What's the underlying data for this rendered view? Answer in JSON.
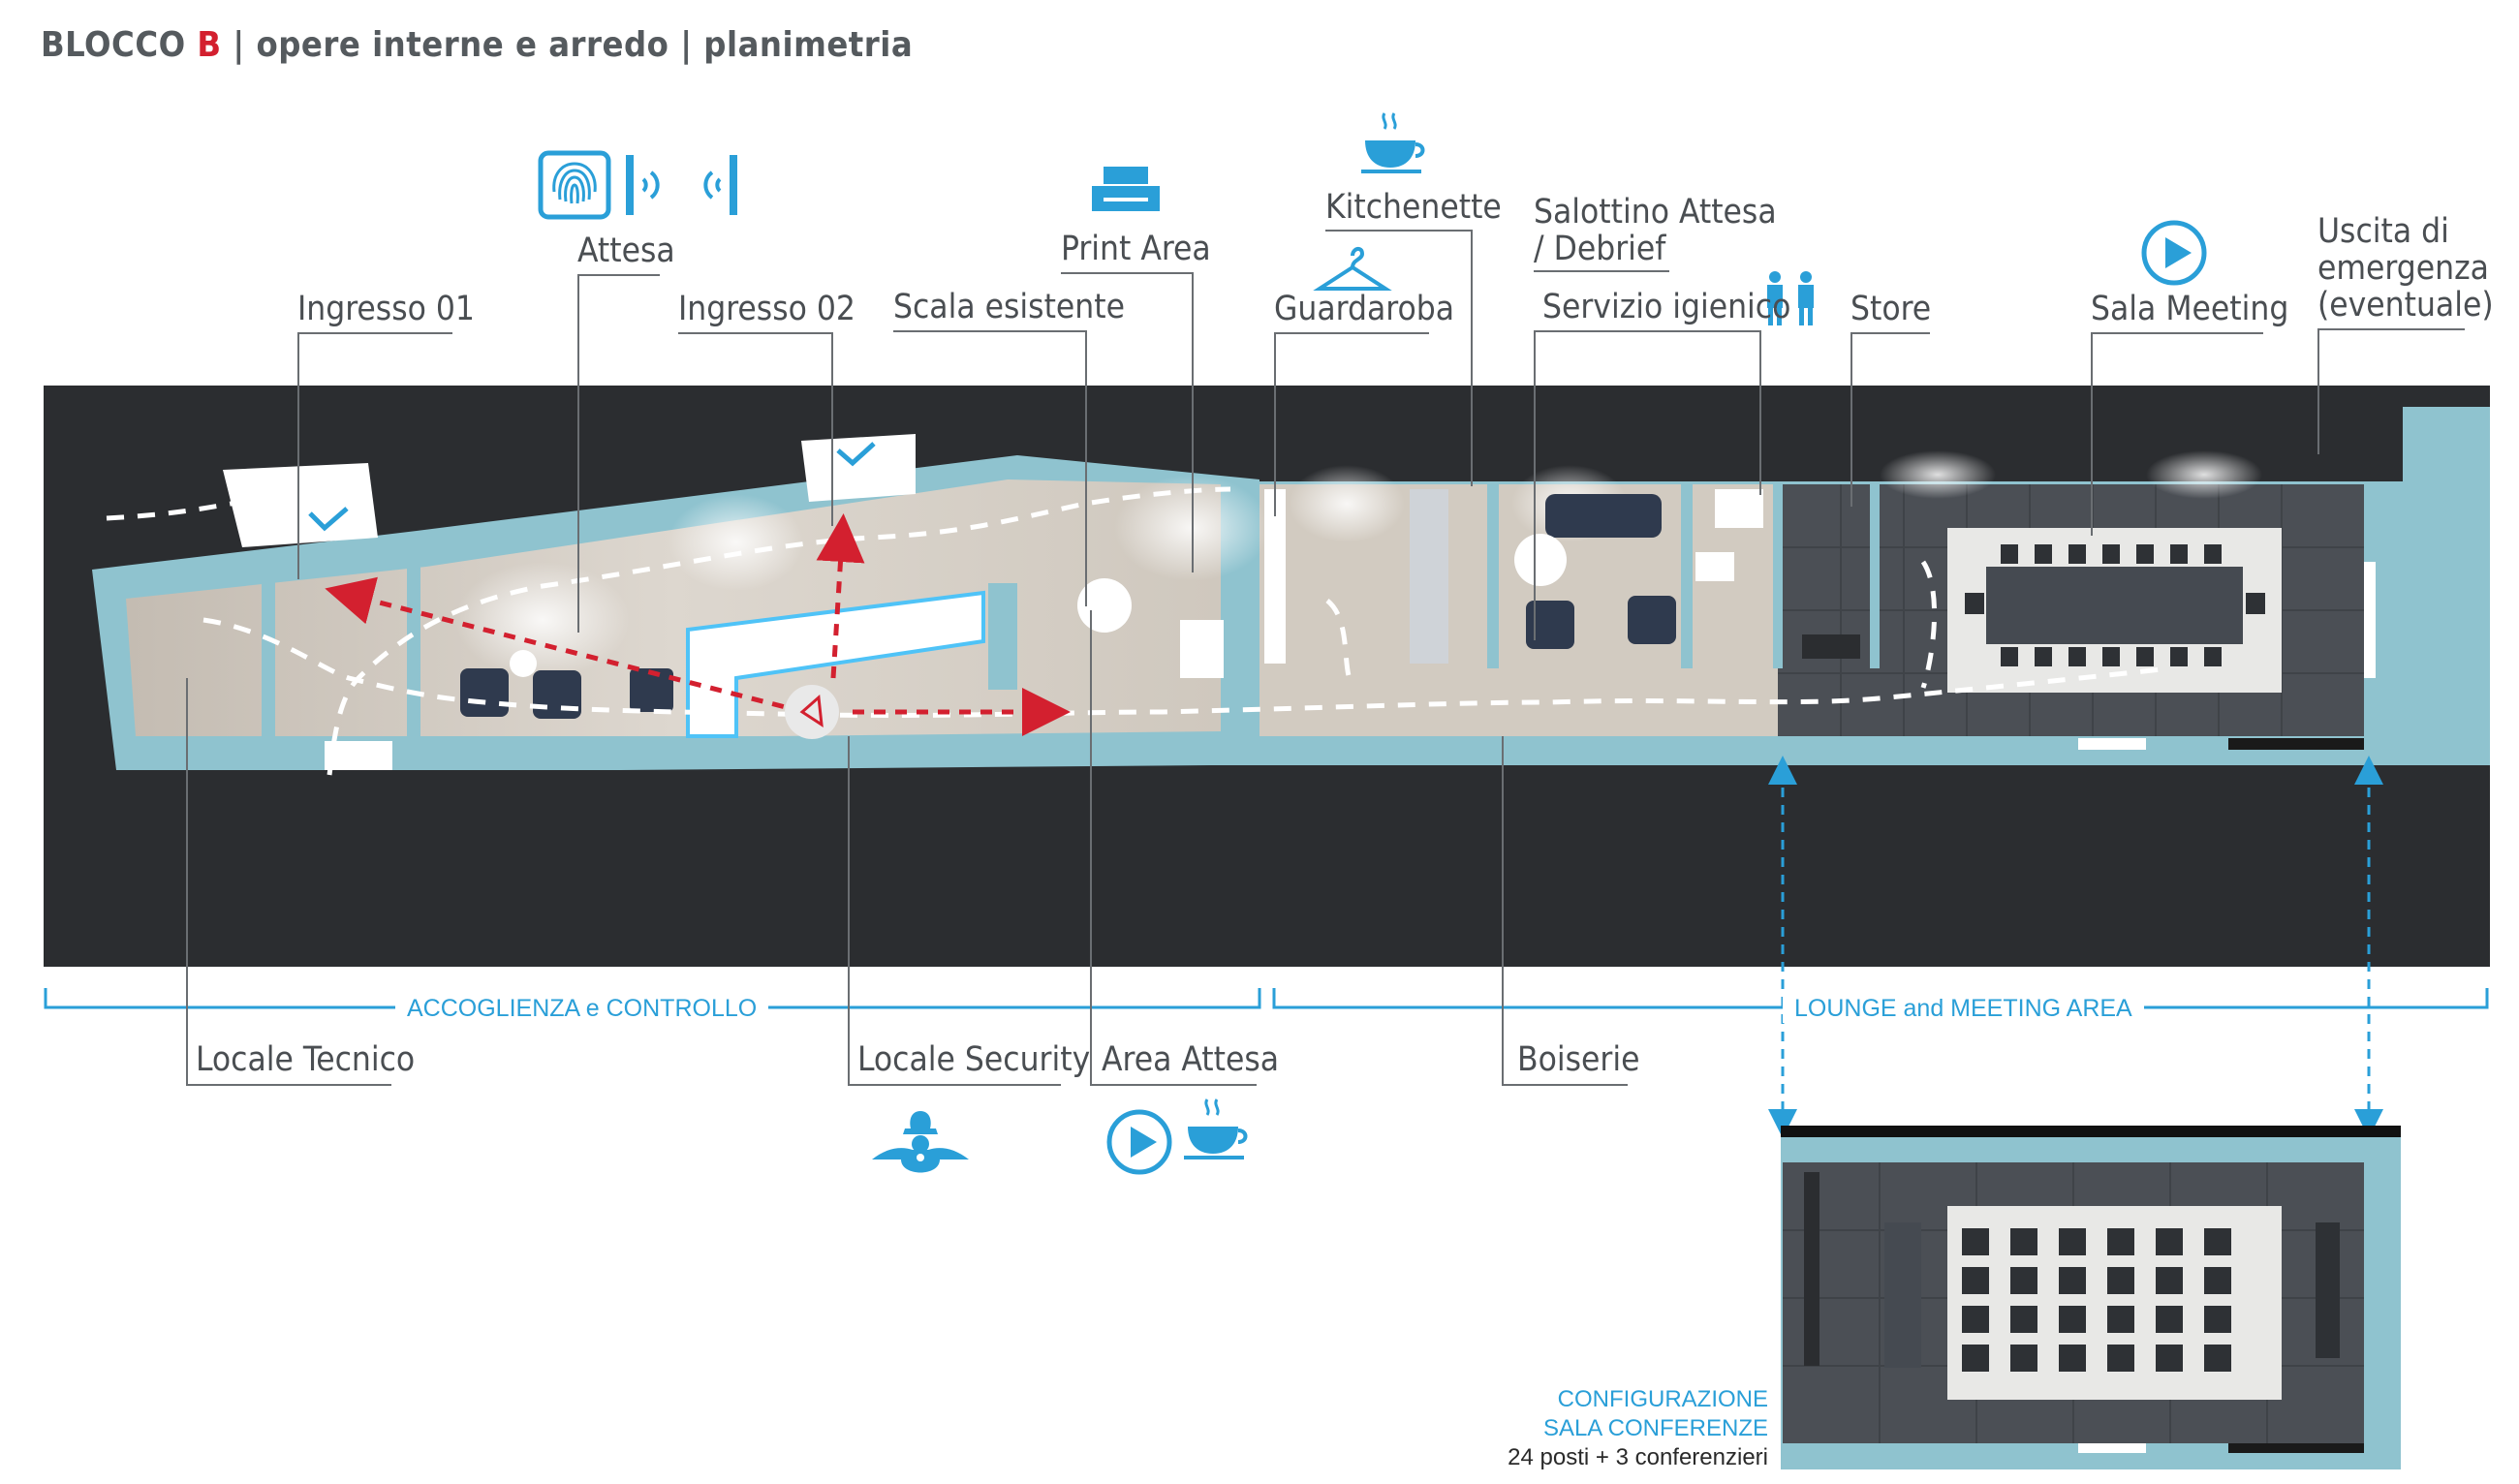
{
  "header": {
    "prefix": "BLOCCO ",
    "block_letter": "B",
    "rest": " | opere interne e arredo | planimetria"
  },
  "labels": {
    "ingresso01": "Ingresso 01",
    "attesa": "Attesa",
    "ingresso02": "Ingresso 02",
    "scala": "Scala esistente",
    "print": "Print Area",
    "kitchenette": "Kitchenette",
    "guardaroba": "Guardaroba",
    "salottino1": "Salottino Attesa",
    "salottino2": "/ Debrief",
    "servizio": "Servizio igienico",
    "store": "Store",
    "sala_meeting": "Sala Meeting",
    "uscita1": "Uscita di",
    "uscita2": "emergenza",
    "uscita3": "(eventuale)",
    "locale_tecnico": "Locale Tecnico",
    "locale_security": "Locale Security",
    "area_attesa": "Area Attesa",
    "boiserie": "Boiserie"
  },
  "areas": {
    "accoglienza": "ACCOGLIENZA e CONTROLLO",
    "lounge": "LOUNGE and MEETING AREA"
  },
  "conference": {
    "line1": "CONFIGURAZIONE",
    "line2": "SALA CONFERENZE",
    "line3": "24 posti + 3 conferenzieri"
  },
  "icons": [
    "fingerprint-icon",
    "nfc-reader-icon",
    "wifi-reader-icon",
    "printer-icon",
    "coffee-cup-icon",
    "hanger-icon",
    "restroom-icon",
    "play-icon",
    "security-guard-icon"
  ],
  "colors": {
    "accent_red": "#d3202f",
    "blue": "#2a9fd8",
    "wall": "#8fc3cf",
    "dark": "#2b2d30"
  }
}
